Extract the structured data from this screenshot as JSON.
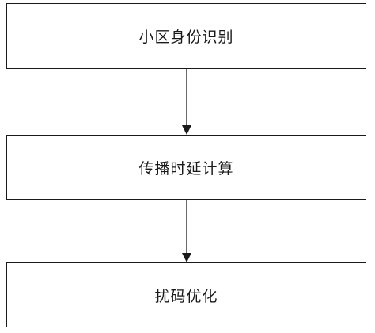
{
  "flowchart": {
    "steps": [
      {
        "label": "小区身份识别"
      },
      {
        "label": "传播时延计算"
      },
      {
        "label": "扰码优化"
      }
    ],
    "line_color": "#1a1a1a"
  }
}
